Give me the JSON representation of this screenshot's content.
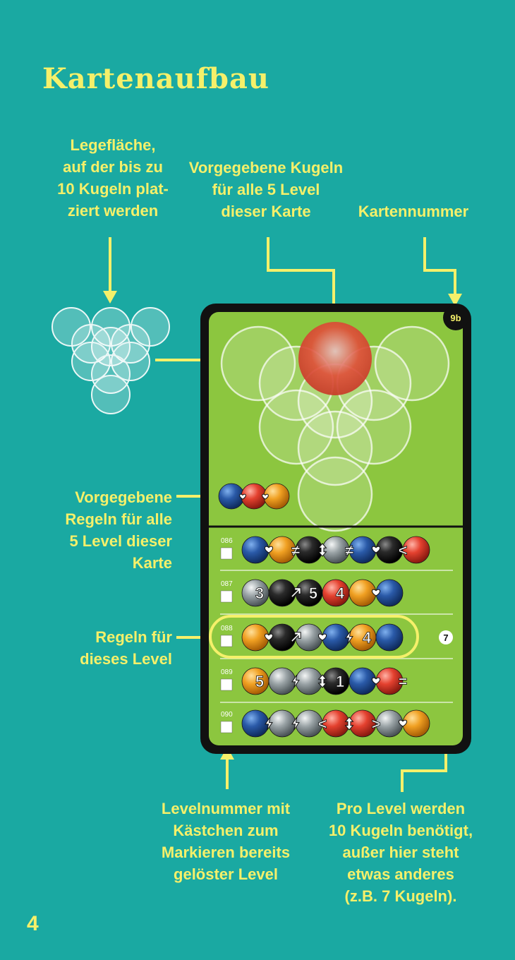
{
  "page_title": "Kartenaufbau",
  "page_number": "4",
  "labels": {
    "legeflaeche": "Legefläche,\nauf der bis zu\n10 Kugeln plat-\nziert werden",
    "vorgegebene_kugeln": "Vorgegebene Kugeln\nfür alle 5 Level\ndieser Karte",
    "kartennummer": "Kartennummer",
    "vorgegebene_regeln": "Vorgegebene\nRegeln für alle\n5 Level dieser\nKarte",
    "regeln_level": "Regeln für\ndieses Level",
    "levelnummer": "Levelnummer mit\nKästchen zum\nMarkieren bereits\ngelöster Level",
    "pro_level": "Pro Level werden\n10 Kugeln benötigt,\naußer hier steht\netwas anderes\n(z.B. 7 Kugeln)."
  },
  "card": {
    "number": "9b",
    "ball_count_badge": "7",
    "given_balls": [
      "red"
    ],
    "given_rules": [
      {
        "color": "blue",
        "symbol": "heart-icon"
      },
      {
        "color": "red",
        "symbol": "heart-icon"
      },
      {
        "color": "orange",
        "symbol": ""
      }
    ],
    "levels": [
      {
        "number": "086",
        "rules": [
          {
            "color": "blue",
            "symbol": "heart-icon",
            "text": ""
          },
          {
            "color": "orange",
            "symbol": "",
            "text": "≠"
          },
          {
            "color": "black",
            "symbol": "updown-arrow-icon",
            "text": ""
          },
          {
            "color": "silver",
            "symbol": "",
            "text": "≠"
          },
          {
            "color": "blue",
            "symbol": "heart-icon",
            "text": ""
          },
          {
            "color": "black",
            "symbol": "",
            "text": "<"
          },
          {
            "color": "red",
            "symbol": "",
            "text": ""
          }
        ]
      },
      {
        "number": "087",
        "rules": [
          {
            "color": "silver",
            "symbol": "",
            "text": "3"
          },
          {
            "color": "black",
            "symbol": "diagonal-arrow-icon",
            "text": ""
          },
          {
            "color": "black",
            "symbol": "",
            "text": "5"
          },
          {
            "color": "red",
            "symbol": "",
            "text": "4"
          },
          {
            "color": "orange",
            "symbol": "heart-icon",
            "text": ""
          },
          {
            "color": "blue",
            "symbol": "",
            "text": ""
          }
        ]
      },
      {
        "number": "088",
        "rules": [
          {
            "color": "orange",
            "symbol": "heart-icon",
            "text": ""
          },
          {
            "color": "black",
            "symbol": "diagonal-arrow-icon",
            "text": ""
          },
          {
            "color": "silver",
            "symbol": "heart-icon",
            "text": ""
          },
          {
            "color": "blue",
            "symbol": "lightning-icon",
            "text": ""
          },
          {
            "color": "orange",
            "symbol": "",
            "text": "4"
          },
          {
            "color": "blue",
            "symbol": "",
            "text": ""
          }
        ]
      },
      {
        "number": "089",
        "rules": [
          {
            "color": "orange",
            "symbol": "",
            "text": "5"
          },
          {
            "color": "silver",
            "symbol": "lightning-icon",
            "text": ""
          },
          {
            "color": "silver",
            "symbol": "updown-arrow-icon",
            "text": ""
          },
          {
            "color": "black",
            "symbol": "",
            "text": "1"
          },
          {
            "color": "blue",
            "symbol": "heart-icon",
            "text": ""
          },
          {
            "color": "red",
            "symbol": "",
            "text": "="
          }
        ]
      },
      {
        "number": "090",
        "rules": [
          {
            "color": "blue",
            "symbol": "lightning-icon",
            "text": ""
          },
          {
            "color": "silver",
            "symbol": "lightning-icon",
            "text": ""
          },
          {
            "color": "silver",
            "symbol": "",
            "text": "<"
          },
          {
            "color": "red",
            "symbol": "updown-arrow-icon",
            "text": ""
          },
          {
            "color": "red",
            "symbol": "",
            "text": ">"
          },
          {
            "color": "silver",
            "symbol": "heart-icon",
            "text": ""
          },
          {
            "color": "orange",
            "symbol": "",
            "text": ""
          }
        ]
      }
    ]
  },
  "colors": {
    "background": "#1aa9a2",
    "accent_yellow": "#f5f06a",
    "card_green": "#8cc63f",
    "card_border": "#111111",
    "ball_blue": "#2a5aa8",
    "ball_red": "#e4412f",
    "ball_orange": "#f0a022",
    "ball_black": "#2b2b2b",
    "ball_silver": "#9aa3a6"
  }
}
